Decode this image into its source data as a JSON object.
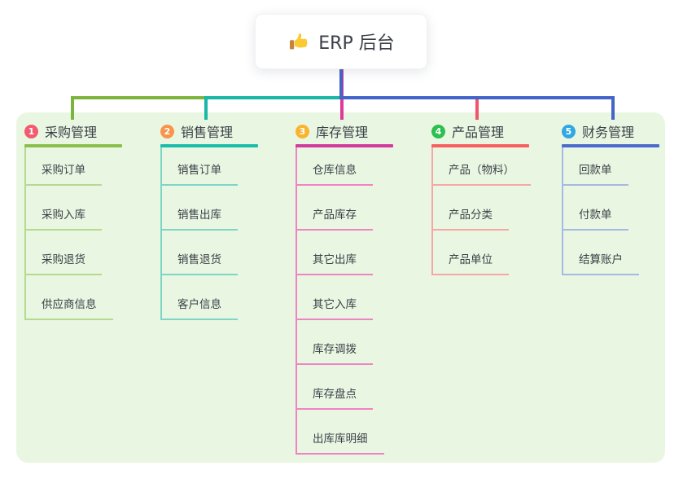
{
  "root": {
    "label": "ERP 后台",
    "icon": "thumbs-up-icon",
    "connector_color": "#4364c8"
  },
  "canvas": {
    "background": "#ffffff",
    "panel_background": "#e9f7e2"
  },
  "branches": [
    {
      "badge": "1",
      "title": "采购管理",
      "colors": {
        "badge": "#f35a70",
        "line": "#8abf4b",
        "child_line": "#b5da8e",
        "connector": "#7cb53e"
      },
      "children": [
        "采购订单",
        "采购入库",
        "采购退货",
        "供应商信息"
      ]
    },
    {
      "badge": "2",
      "title": "销售管理",
      "colors": {
        "badge": "#f9944b",
        "line": "#1bbcaa",
        "child_line": "#7ed5c6",
        "connector": "#18b7a6"
      },
      "children": [
        "销售订单",
        "销售出库",
        "销售退货",
        "客户信息"
      ]
    },
    {
      "badge": "3",
      "title": "库存管理",
      "colors": {
        "badge": "#f8b42e",
        "line": "#d23a9e",
        "child_line": "#ef83c3",
        "connector": "#e03a97"
      },
      "children": [
        "仓库信息",
        "产品库存",
        "其它出库",
        "其它入库",
        "库存调拨",
        "库存盘点",
        "出库库明细"
      ]
    },
    {
      "badge": "4",
      "title": "产品管理",
      "colors": {
        "badge": "#2cc04e",
        "line": "#f7605f",
        "child_line": "#f7a6a6",
        "connector": "#ef5668"
      },
      "children": [
        "产品（物料）",
        "产品分类",
        "产品单位"
      ]
    },
    {
      "badge": "5",
      "title": "财务管理",
      "colors": {
        "badge": "#31a8e4",
        "line": "#4b6ccc",
        "child_line": "#a6b9e2",
        "connector": "#4364c8"
      },
      "children": [
        "回款单",
        "付款单",
        "结算账户"
      ]
    }
  ]
}
